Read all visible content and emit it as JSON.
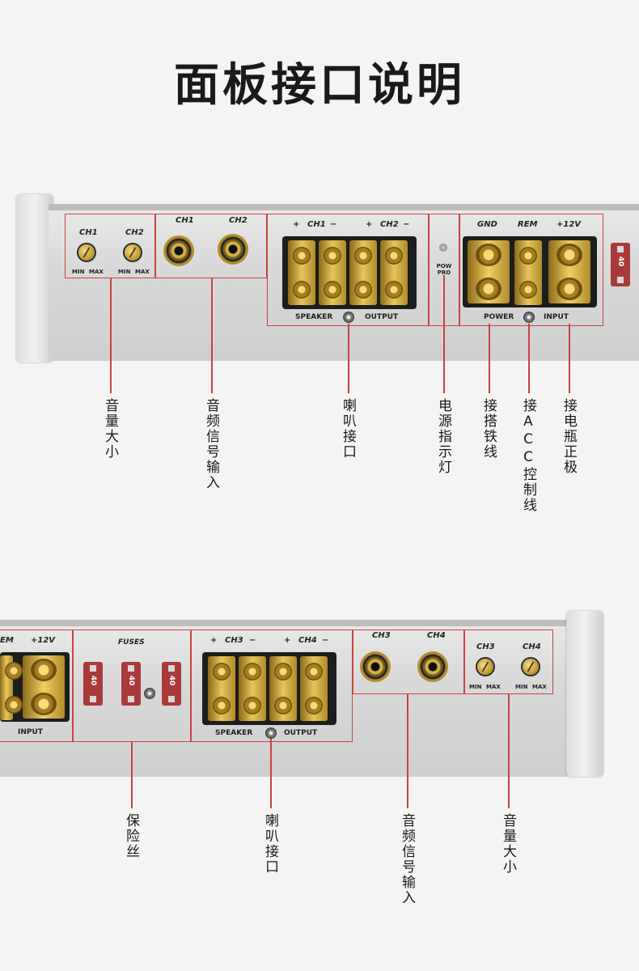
{
  "title": "面板接口说明",
  "top_panel": {
    "volume": {
      "ch1": "CH1",
      "ch2": "CH2",
      "min": "MIN",
      "max": "MAX"
    },
    "rca": {
      "ch1": "CH1",
      "ch2": "CH2"
    },
    "speaker": {
      "plus": "+",
      "minus": "−",
      "ch1": "CH1",
      "ch2": "CH2",
      "label_left": "SPEAKER",
      "label_right": "OUTPUT"
    },
    "pow_pro": "POW PRO",
    "power": {
      "gnd": "GND",
      "rem": "REM",
      "v12": "+12V",
      "label_left": "POWER",
      "label_right": "INPUT"
    },
    "fuse_text": "40"
  },
  "top_callouts": [
    "音量大小",
    "音频信号输入",
    "喇叭接口",
    "电源指示灯",
    "接搭铁线",
    "接ACC控制线",
    "接电瓶正极"
  ],
  "bottom_panel": {
    "power_partial": {
      "rem": "EM",
      "v12": "+12V",
      "input": "INPUT"
    },
    "fuses": {
      "label": "FUSES",
      "values": [
        "40",
        "40",
        "40"
      ]
    },
    "speaker": {
      "plus": "+",
      "minus": "−",
      "ch3": "CH3",
      "ch4": "CH4",
      "label_left": "SPEAKER",
      "label_right": "OUTPUT"
    },
    "rca": {
      "ch3": "CH3",
      "ch4": "CH4"
    },
    "volume": {
      "ch3": "CH3",
      "ch4": "CH4",
      "min": "MIN",
      "max": "MAX"
    }
  },
  "bottom_callouts": [
    "保险丝",
    "喇叭接口",
    "音频信号输入",
    "音量大小"
  ],
  "colors": {
    "accent_red": "#c6453d",
    "terminal_gold": "#d8b447"
  }
}
